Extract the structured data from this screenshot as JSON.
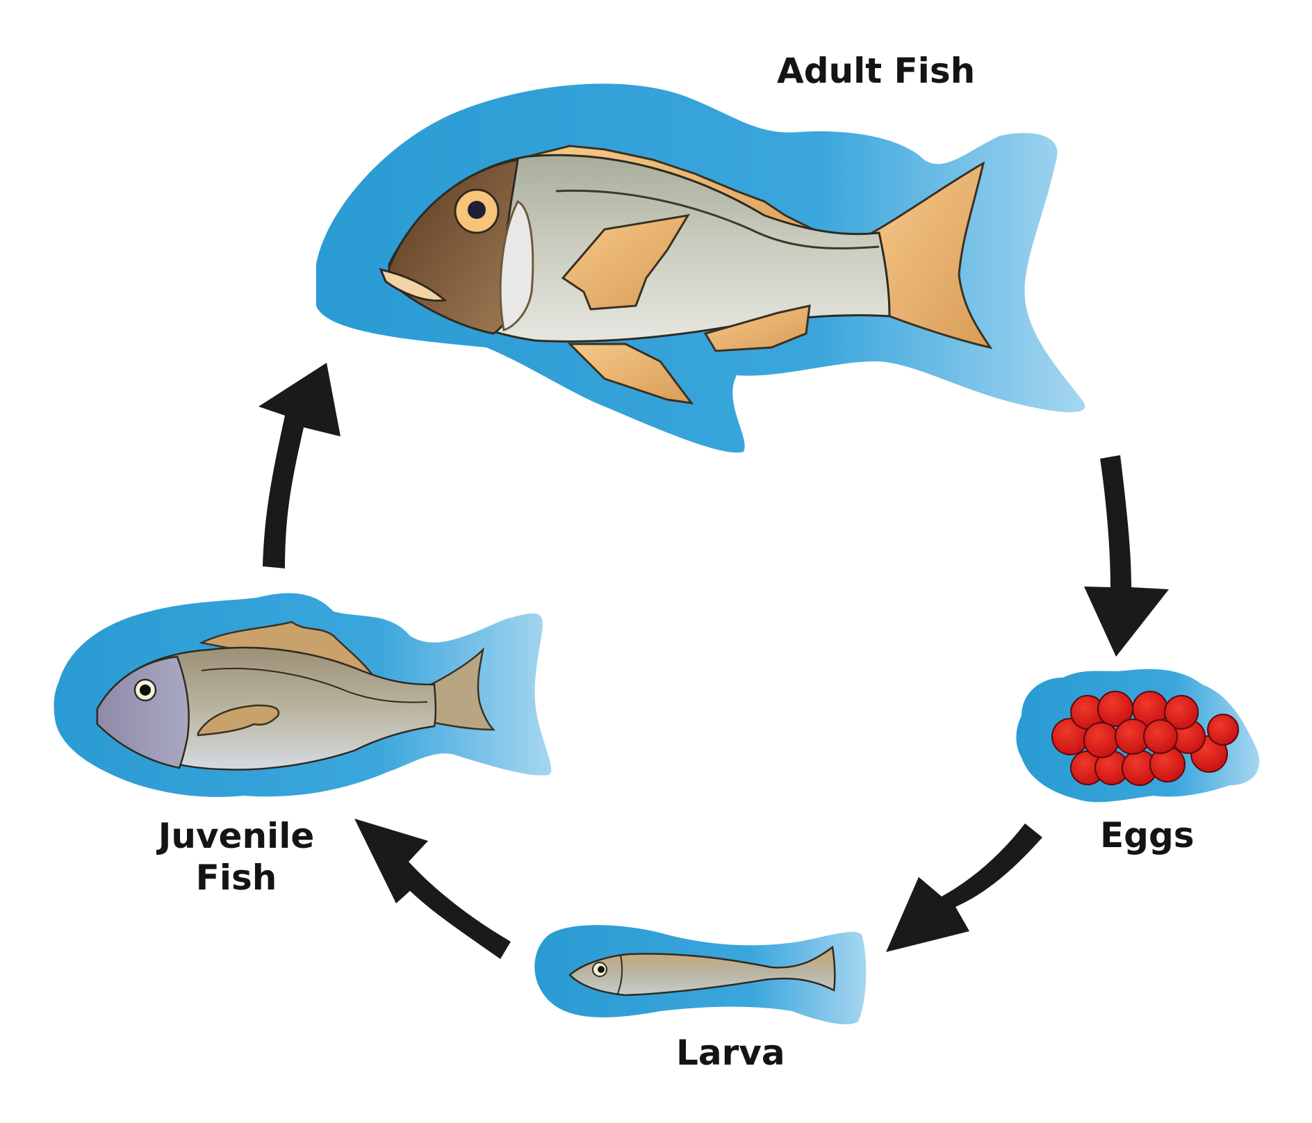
{
  "diagram": {
    "type": "life-cycle",
    "subject": "Fish life cycle",
    "stages": [
      {
        "id": "adult",
        "label": "Adult Fish"
      },
      {
        "id": "eggs",
        "label": "Eggs"
      },
      {
        "id": "larva",
        "label": "Larva"
      },
      {
        "id": "juvenile",
        "label": "Juvenile Fish",
        "label_lines": [
          "Juvenile",
          "Fish"
        ]
      }
    ],
    "arrows": [
      {
        "from": "adult",
        "to": "eggs",
        "direction": "down"
      },
      {
        "from": "eggs",
        "to": "larva",
        "direction": "down-left"
      },
      {
        "from": "larva",
        "to": "juvenile",
        "direction": "up-left"
      },
      {
        "from": "juvenile",
        "to": "adult",
        "direction": "up"
      }
    ],
    "colors": {
      "water_blob": "#2e9fd6",
      "water_blob_light": "#8ccbec",
      "arrow": "#1a1a1a",
      "egg_red": "#e01616",
      "fin_orange": "#f0b676",
      "fish_body": "#c9ccc0",
      "adult_head": "#6b4a2c",
      "juvenile_head": "#9a9ab8",
      "label_text": "#141414"
    }
  }
}
